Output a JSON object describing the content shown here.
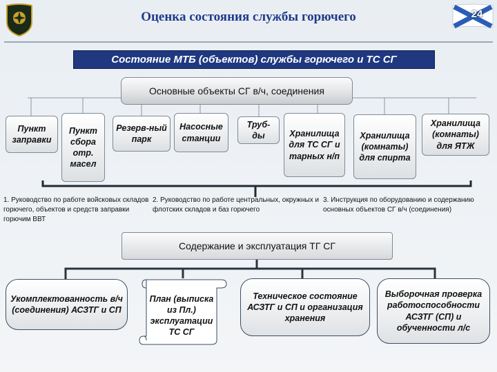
{
  "header": {
    "title": "Оценка состояния службы горючего",
    "page_number": "24"
  },
  "banner": "Состояние МТБ (объектов) службы горючего и ТС СГ",
  "main_box": "Основные объекты СГ в/ч, соединения",
  "objects": [
    "Пункт заправки",
    "Пункт сбора отр. масел",
    "Резерв-ный парк",
    "Насосные станции",
    "Труб-ды",
    "Хранилища для ТС СГ и тарных н/п",
    "Хранилища (комнаты) для спирта",
    "Хранилища (комнаты) для ЯТЖ"
  ],
  "notes": [
    "1. Руководство по работе войсковых складов горючего, объектов и средств заправки горючим ВВТ",
    "2. Руководство по работе центральных, окружных и флотских складов и баз горючего",
    "3. Инструкция по оборудованию и содержанию основных объектов СГ в/ч (соединения)"
  ],
  "maintenance_box": "Содержание и эксплуатация ТГ СГ",
  "bottom_items": [
    "Укомплектованность в/ч (соединения) АСЗТГ и СП",
    "План (выписка из Пл.) эксплуатации ТС СГ",
    "Техническое состояние АСЗТГ и СП и организация хранения",
    "Выборочная проверка работоспособности АСЗТГ (СП) и обученности л/с"
  ]
}
